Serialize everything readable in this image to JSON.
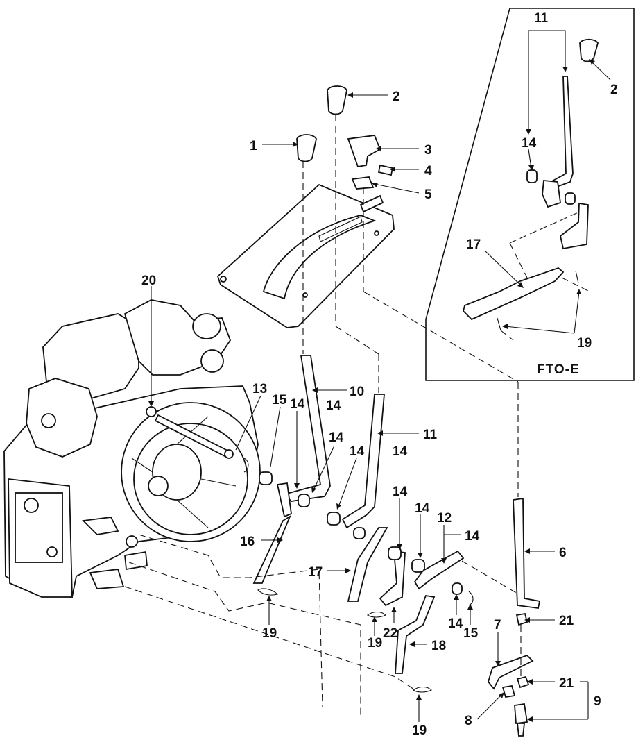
{
  "inset": {
    "title": "FTO-E"
  },
  "callouts": {
    "c1": "1",
    "c2": "2",
    "c3": "3",
    "c4": "4",
    "c5": "5",
    "c6": "6",
    "c7": "7",
    "c8": "8",
    "c9": "9",
    "c10": "10",
    "c11": "11",
    "c12": "12",
    "c13": "13",
    "c14": "14",
    "c15": "15",
    "c16": "16",
    "c17": "17",
    "c18": "18",
    "c19": "19",
    "c20": "20",
    "c21": "21",
    "c22": "22"
  }
}
